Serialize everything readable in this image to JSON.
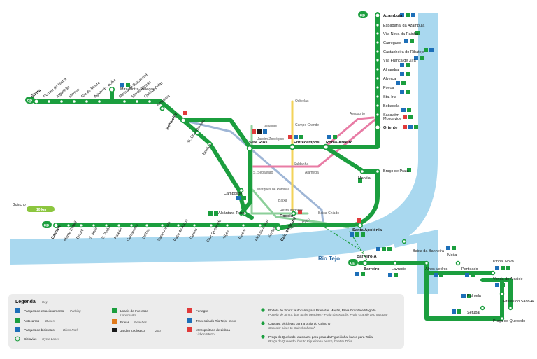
{
  "colors": {
    "line": "#1b9e3e",
    "river": "#a9d8ef",
    "metro_blue": "#9fb6d6",
    "metro_yellow": "#f3d35a",
    "metro_red": "#e87ca5",
    "metro_green": "#8ccf9a",
    "legend_bg": "#ececec",
    "parking": "#1d6fb8",
    "bus": "#1b9e3e",
    "ferry": "#e03a3a"
  },
  "stations": {
    "sintra": "Sintra",
    "portela": "Portela de Sintra",
    "algueirao": "Algueirão",
    "merces": "Mercês",
    "rio_mouro": "Rio de Mouro",
    "agualva": "Agualva-Cacém",
    "mira_sintra": "Mira Sintra-Meleças",
    "massama": "Massamá-Barcarena",
    "monte_abraao": "Monte Abraão",
    "queluz": "Queluz-Belas",
    "amadora": "Amadora",
    "reboleira": "Reboleira",
    "santa_cruz": "St. Cruz/Damaia",
    "benfica": "Benfica",
    "telheiras": "Telheiras",
    "campo_grande": "Campo Grande",
    "odivelas": "Odivelas",
    "sete_rios": "Sete Rios",
    "jardim_zoo": "Jardim Zoológico",
    "entrecampos": "Entrecampos",
    "roma_areeiro": "Roma-Areeiro",
    "aeroporto": "Aeroporto",
    "s_sebastiao": "S. Sebastião",
    "saldanha": "Saldanha",
    "alameda": "Alameda",
    "marvila": "Marvila",
    "braco_prata": "Braço de Prata",
    "marques_pombal": "Marquês de Pombal",
    "campolide": "Campolide",
    "baixa": "Baixa",
    "restauradores": "Restauradores",
    "rossio": "Rossio",
    "baixa_chiado": "Baixa-Chiado",
    "alcantara_terra": "Alcântara-Terra",
    "terreiro_paco": "Terreiro do Paço",
    "santa_apolonia": "Santa Apolónia",
    "cais_sodre": "Cais do Sodré",
    "guincho": "Guincho",
    "km": "10 km",
    "cascais": "Cascais",
    "monte_estoril": "Monte Estoril",
    "estoril": "Estoril",
    "s_joao": "S. João",
    "s_pedro": "S. Pedro",
    "parede": "Parede",
    "carcavelos": "Carcavelos",
    "oeiras": "Oeiras",
    "santo_amaro": "Santo Amaro",
    "paco_arcos": "Paço de Arcos",
    "caxias": "Caxias",
    "cruz_quebrada": "Cruz Quebrada",
    "alges": "Algés",
    "belem": "Belém",
    "alcantara_mar": "Alcântara-Mar",
    "santos": "Santos",
    "azambuja": "Azambuja",
    "espadanal": "Espadanal da Azambuja",
    "vila_nova_rainha": "Vila Nova da Rainha",
    "carregado": "Carregado",
    "castanheira": "Castanheira do Ribatejo",
    "vila_franca": "Vila Franca de Xira",
    "alhandra": "Alhandra",
    "alverca": "Alverca",
    "povoa": "Póvoa",
    "sta_iria": "Sta. Iria",
    "bobadela": "Bobadela",
    "sacavem": "Sacavém",
    "moscavide": "Moscavide",
    "oriente": "Oriente",
    "barreiro_a": "Barreiro-A",
    "barreiro": "Barreiro",
    "lavradio": "Lavradio",
    "baixa_banheira": "Baixa da Banheira",
    "alhos_vedros": "Alhos Vedros",
    "moita": "Moita",
    "penteado": "Penteado",
    "pinhal_novo": "Pinhal Novo",
    "venda_alcaide": "Venda do Alcaide",
    "palmela": "Palmela",
    "setubal": "Setúbal",
    "praca_quebedo": "Praça do Quebedo",
    "praias_sado": "Praias do Sado-A",
    "rio_tejo": "Rio Tejo"
  },
  "legend": {
    "title": "Legenda",
    "title_en": "Key",
    "parking": "Parques de estacionamento",
    "parking_en": "Parking",
    "bus": "Autocarros",
    "bus_en": "Buses",
    "bikes": "Parques de bicicletas",
    "bikes_en": "Bikes Park",
    "cycle": "Ciclovias",
    "cycle_en": "Cycle Lanes",
    "lockers": "Locais de Interesse",
    "lockers_en": "Landmarks",
    "beaches": "Praias",
    "beaches_en": "Beaches",
    "zoo": "Jardim Zoológico",
    "zoo_en": "Zoo",
    "port": "Fertagus",
    "ferry": "Travessia do Rio Tejo",
    "ferry_en": "Boat",
    "metro": "Metropolitano de Lisboa",
    "metro_en": "Lisbon Metro",
    "note1": "Portela de Sintra: autocarro para Praia das Maçãs, Praia Grande e Magoito",
    "note1_en": "Portela de Sintra: bus to the beaches - Praia das Maçãs, Praia Grande and Magoito",
    "note2": "Cascais: bicicletas para a praia do Guincho",
    "note2_en": "Cascais: bikes to Guincho beach",
    "note3": "Praça do Quebedo: autocarro para praia da Figueirinha, barco para Tróia",
    "note3_en": "Praça do Quebedo: bus to Figueirinha beach, boat to Tróia"
  }
}
